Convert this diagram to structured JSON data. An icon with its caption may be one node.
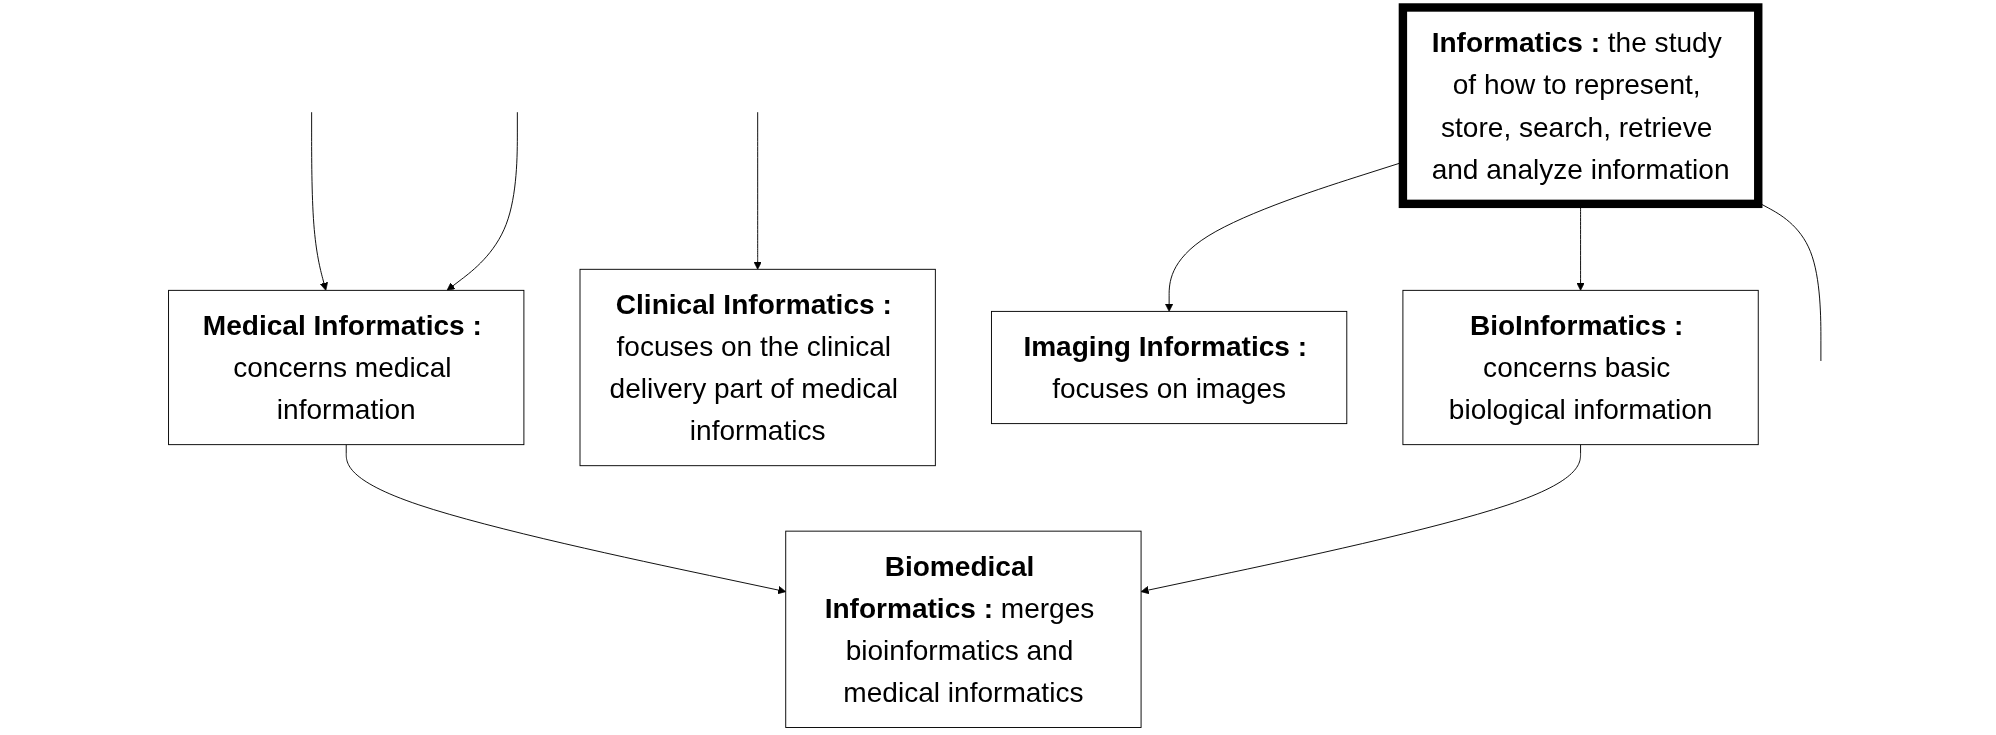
{
  "diagram": {
    "nodes": [
      {
        "text": [
          "**Informatics :** the study of how to represent, store, search, retrieve and analyze information"
        ]
      },
      {
        "text": [
          "**Medical Informatics :** concerns medical information"
        ]
      },
      {
        "text": [
          "**Clinical Informatics :** focuses on the clinical delivery part of medical informatics"
        ]
      },
      {
        "text": [
          "**Imaging Informatics :** focuses on images"
        ]
      },
      {
        "text": [
          "**BioInformatics :** concerns basic biological information"
        ]
      },
      {
        "text": [
          "**Biomedical Informatics :** merges bioinformatics and medical informatics"
        ]
      }
    ],
    "edges": [
      {
        "from": 0,
        "to": null,
        "arrow": "none"
      },
      {
        "from": null,
        "to": 1,
        "arrow": "to"
      },
      {
        "from": null,
        "to": 1,
        "arrow": "to"
      },
      {
        "from": null,
        "to": 2,
        "arrow": "to"
      },
      {
        "from": 0,
        "to": 3,
        "arrow": "to"
      },
      {
        "from": 0,
        "to": 4,
        "arrow": "to"
      },
      {
        "from": 1,
        "to": 5,
        "arrow": "to"
      },
      {
        "from": 4,
        "to": 5,
        "arrow": "to"
      }
    ]
  }
}
